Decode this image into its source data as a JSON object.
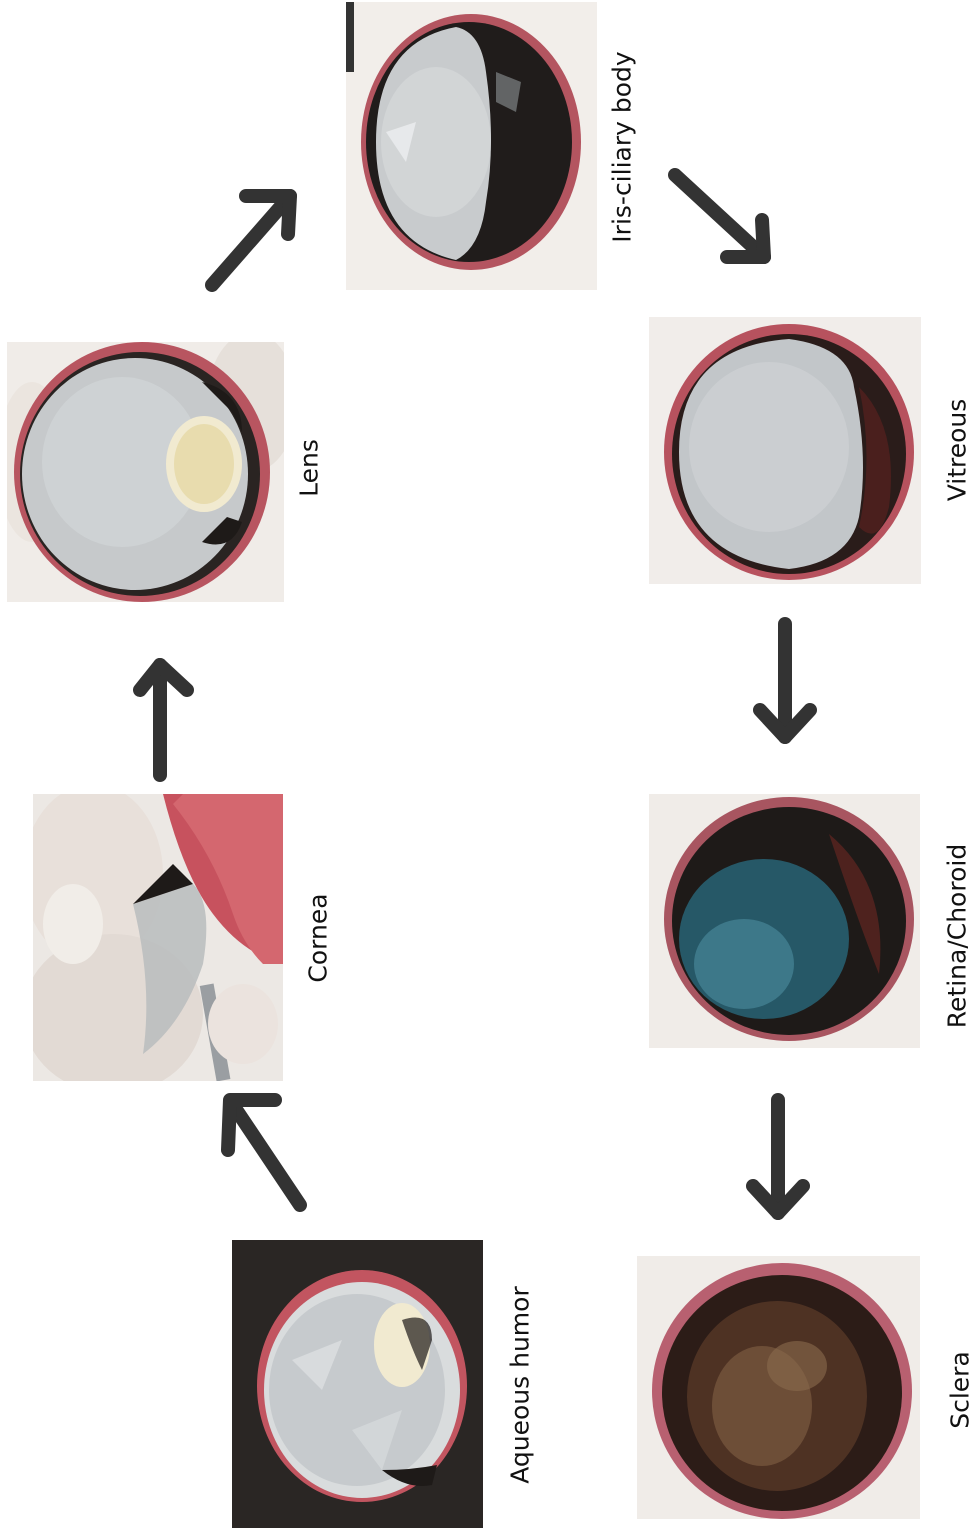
{
  "steps": [
    {
      "id": "aqueous",
      "label": "Aqueous humor"
    },
    {
      "id": "cornea",
      "label": "Cornea"
    },
    {
      "id": "lens",
      "label": "Lens"
    },
    {
      "id": "iris",
      "label": "Iris-ciliary body"
    },
    {
      "id": "vitreous",
      "label": "Vitreous"
    },
    {
      "id": "retina",
      "label": "Retina/Choroid"
    },
    {
      "id": "sclera",
      "label": "Sclera"
    }
  ],
  "colors": {
    "arrow": "#333333",
    "tissue_rim": "#a0505a",
    "vitreous_gel": "#c8cccf",
    "lens_white": "#f1ead0",
    "pigment": "#1e1a18",
    "retina_blue": "#2a6e82"
  }
}
